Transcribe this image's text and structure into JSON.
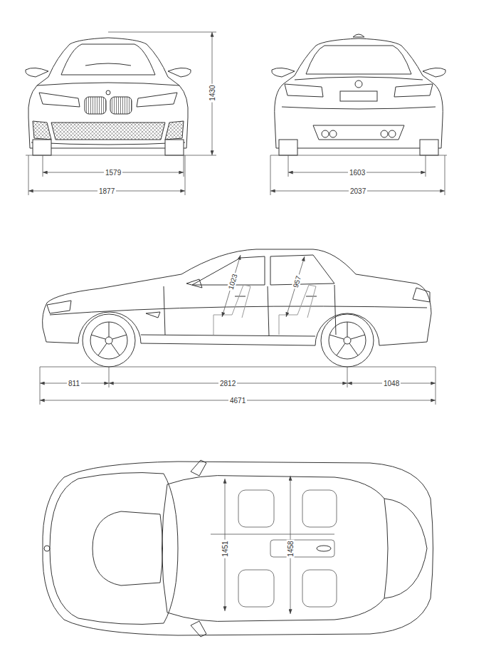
{
  "diagram": {
    "labels": [
      "1430",
      "1579",
      "1877",
      "1603",
      "2037",
      "1023",
      "957",
      "811",
      "2812",
      "1048",
      "4671",
      "1451",
      "1458"
    ]
  }
}
